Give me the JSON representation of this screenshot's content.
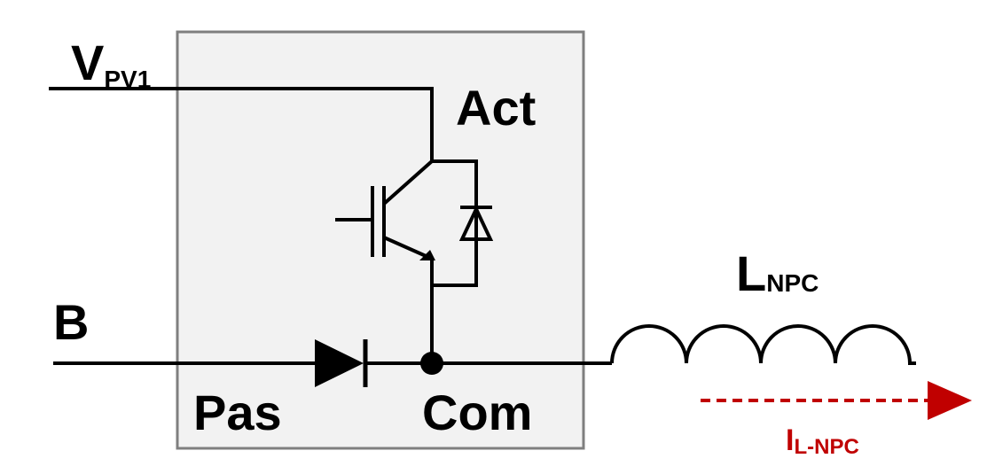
{
  "diagram": {
    "labels": {
      "vpv_main": "V",
      "vpv_sub": "PV1",
      "b": "B",
      "act": "Act",
      "pas": "Pas",
      "com": "Com",
      "lnpc_main": "L",
      "lnpc_sub": "NPC",
      "il_main": "I",
      "il_sub": "L-NPC"
    },
    "colors": {
      "box_fill": "#f2f2f2",
      "box_stroke": "#7f7f7f",
      "wire": "#000000",
      "current_arrow": "#c00000"
    }
  }
}
